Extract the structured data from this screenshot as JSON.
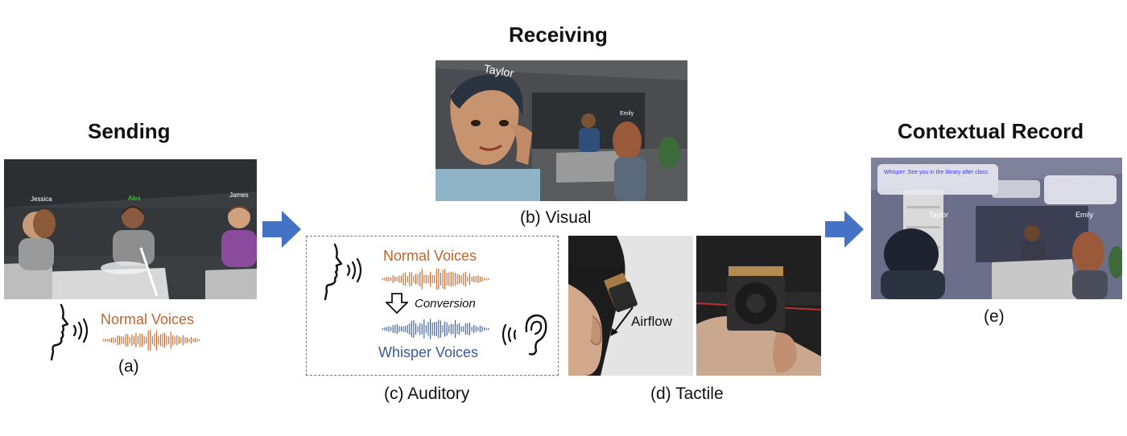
{
  "headings": {
    "sending": "Sending",
    "receiving": "Receiving",
    "contextual_record": "Contextual Record"
  },
  "captions": {
    "a": "(a)",
    "b": "(b) Visual",
    "c": "(c) Auditory",
    "d": "(d) Tactile",
    "e": "(e)"
  },
  "sending_scene": {
    "avatar_names": [
      "Jessica",
      "Alex",
      "James"
    ]
  },
  "sending_audio": {
    "label": "Normal Voices"
  },
  "visual_scene": {
    "avatar_names": [
      "Taylor",
      "Emily"
    ]
  },
  "auditory": {
    "normal_label": "Normal Voices",
    "conversion_label": "Conversion",
    "whisper_label": "Whisper Voices"
  },
  "tactile": {
    "airflow_label": "Airflow"
  },
  "record_scene": {
    "avatar_names": [
      "Taylor",
      "Emily"
    ],
    "bubble_whisper": "Whisper: See you in the library after class"
  },
  "colors": {
    "arrow": "#4472c4",
    "normal_voice": "#c0662a",
    "whisper_voice": "#3a5a98"
  }
}
